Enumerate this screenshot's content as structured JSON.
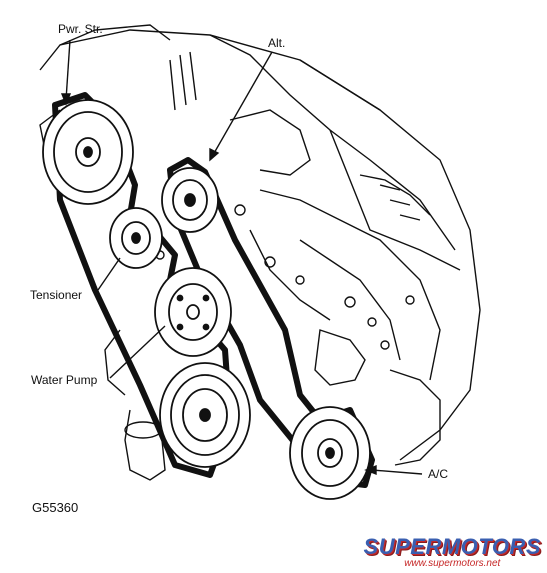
{
  "labels": {
    "pwr_str": "Pwr. Str.",
    "alt": "Alt.",
    "tensioner": "Tensioner",
    "water_pump": "Water Pump",
    "ac": "A/C"
  },
  "figure_code": "G55360",
  "watermark": {
    "name": "SUPERMOTORS",
    "url": "www.supermotors.net"
  },
  "colors": {
    "ink": "#111111",
    "paper": "#ffffff",
    "watermark_blue": "#3a5fb0",
    "watermark_red": "#c62828"
  }
}
